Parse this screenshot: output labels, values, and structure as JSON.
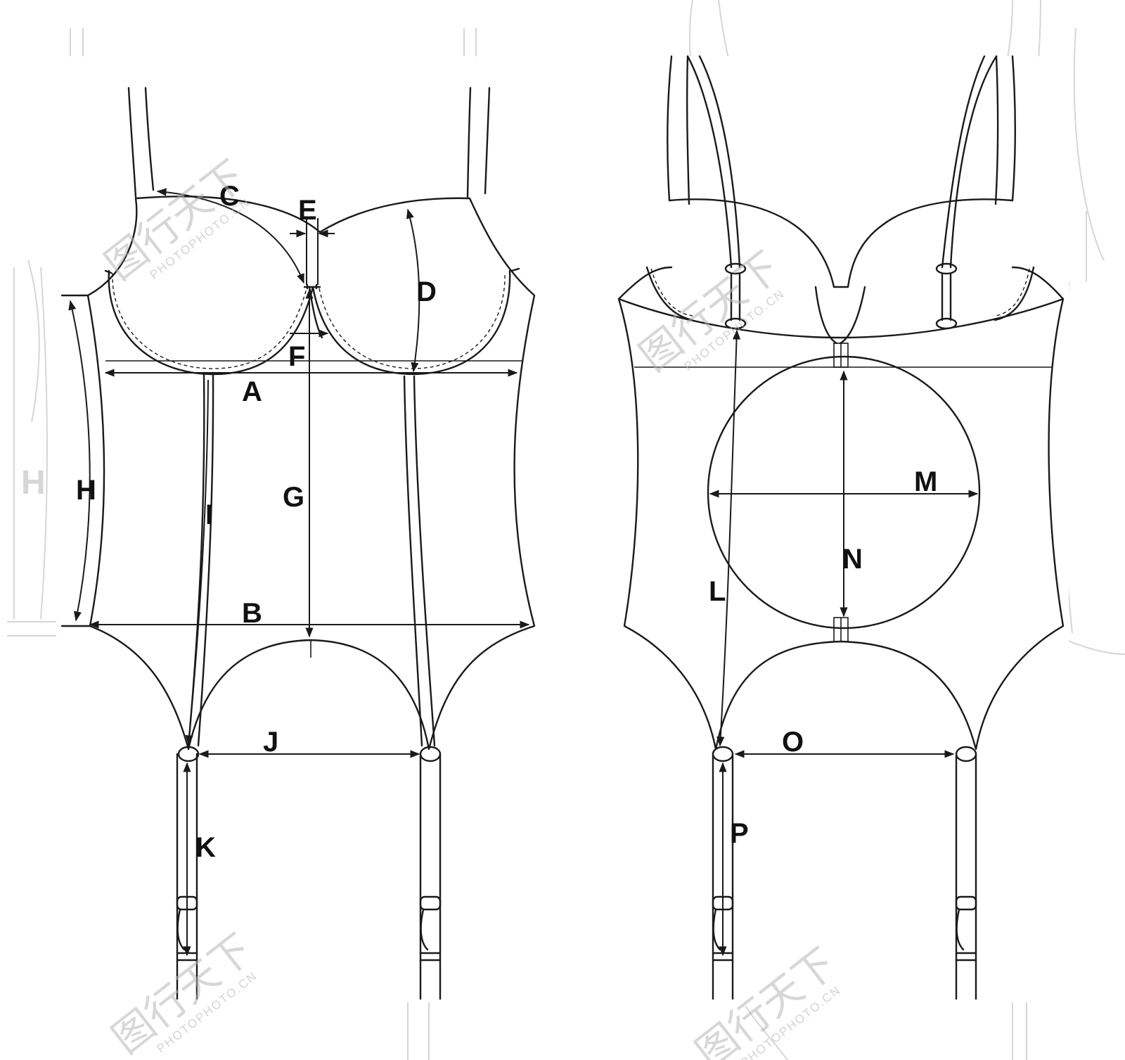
{
  "labels": {
    "A": "A",
    "B": "B",
    "C": "C",
    "D": "D",
    "E": "E",
    "F": "F",
    "G": "G",
    "H": "H",
    "I": "I",
    "J": "J",
    "K": "K",
    "L": "L",
    "M": "M",
    "N": "N",
    "O": "O",
    "P": "P"
  },
  "background": {
    "edge_label": "H"
  },
  "watermark": {
    "brand": "图行天下",
    "site": "PHOTOPHOTO.CN"
  },
  "colors": {
    "ink": "#1a1a1a",
    "paper": "#ffffff",
    "faint": "#d6d6d6",
    "watermark": "#b7b7b7"
  }
}
